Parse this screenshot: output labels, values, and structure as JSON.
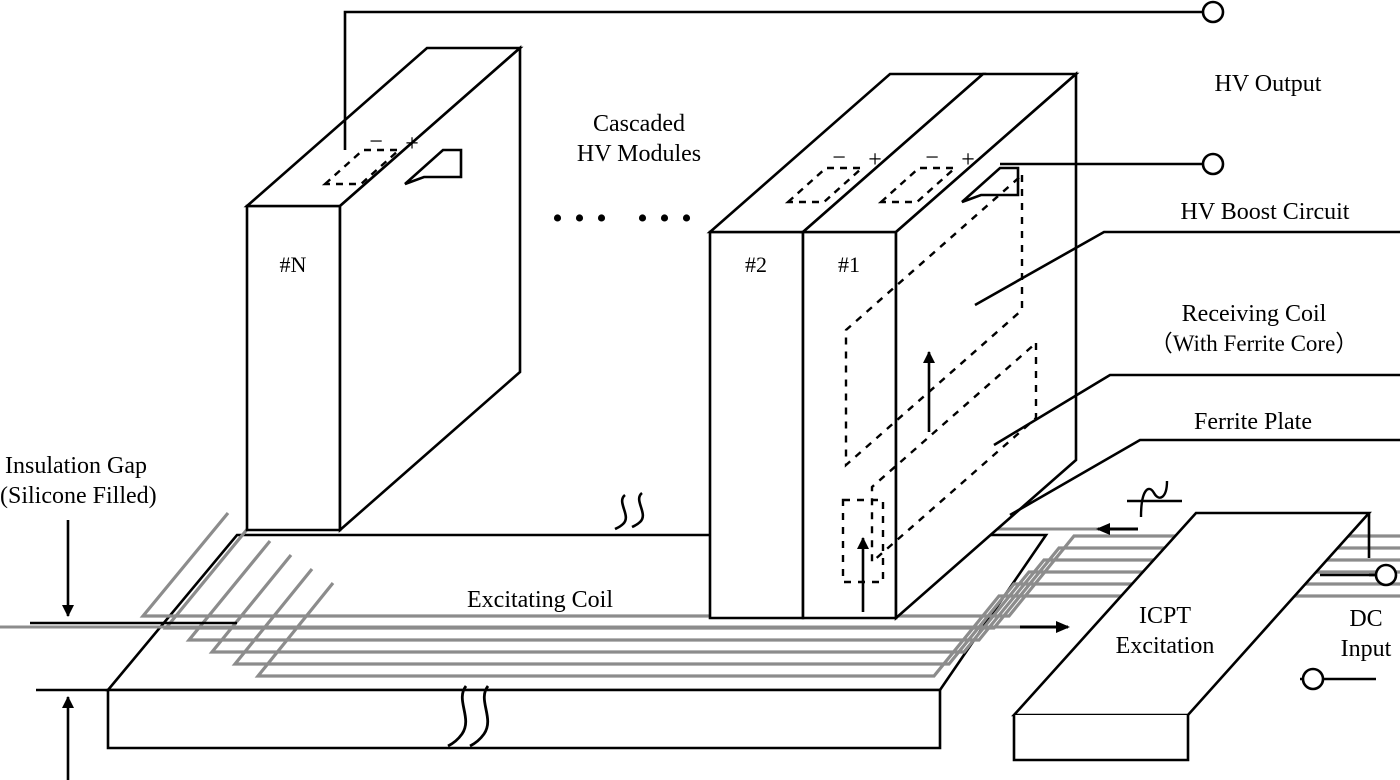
{
  "figure": {
    "title": "ICPT-powered cascaded high-voltage module stack",
    "type": "technical-schematic"
  },
  "labels": {
    "hv_output": "HV Output",
    "hv_boost_circuit": "HV Boost Circuit",
    "receiving_coil_line1": "Receiving Coil",
    "receiving_coil_line2": "（With Ferrite Core）",
    "ferrite_plate": "Ferrite Plate",
    "cascaded_line1": "Cascaded",
    "cascaded_line2": "HV Modules",
    "insulation_line1": "Insulation Gap",
    "insulation_line2": "(Silicone Filled)",
    "excitating_coil": "Excitating Coil",
    "icpt_line1": "ICPT",
    "icpt_line2": "Excitation",
    "dc_input_line1": "DC",
    "dc_input_line2": "Input",
    "ellipsis": "• • •   • • •"
  },
  "modules": [
    {
      "id": "module-n",
      "name": "#N",
      "minus": "−",
      "plus": "+"
    },
    {
      "id": "module-2",
      "name": "#2",
      "minus": "−",
      "plus": "+"
    },
    {
      "id": "module-1",
      "name": "#1",
      "minus": "−",
      "plus": "+"
    }
  ],
  "terminals": [
    {
      "id": "hv-output-top",
      "label": "HV Output"
    },
    {
      "id": "hv-output-module1",
      "label": "HV Output"
    },
    {
      "id": "dc-input-positive",
      "label": "DC Input"
    },
    {
      "id": "dc-input-negative",
      "label": "DC Input"
    }
  ],
  "symbols": {
    "ac_source": "sine-wave-symbol",
    "break_marks": 2,
    "dimension_arrows": 2,
    "flux_arrows": 2,
    "current_arrows": 2
  },
  "colors": {
    "stroke": "#000000",
    "coil": "#8c8c8c",
    "background": "#ffffff"
  },
  "geometry": {
    "iso_dx": 290,
    "iso_dy": -155,
    "coil_turns": 6,
    "module_count_visible": 3
  }
}
